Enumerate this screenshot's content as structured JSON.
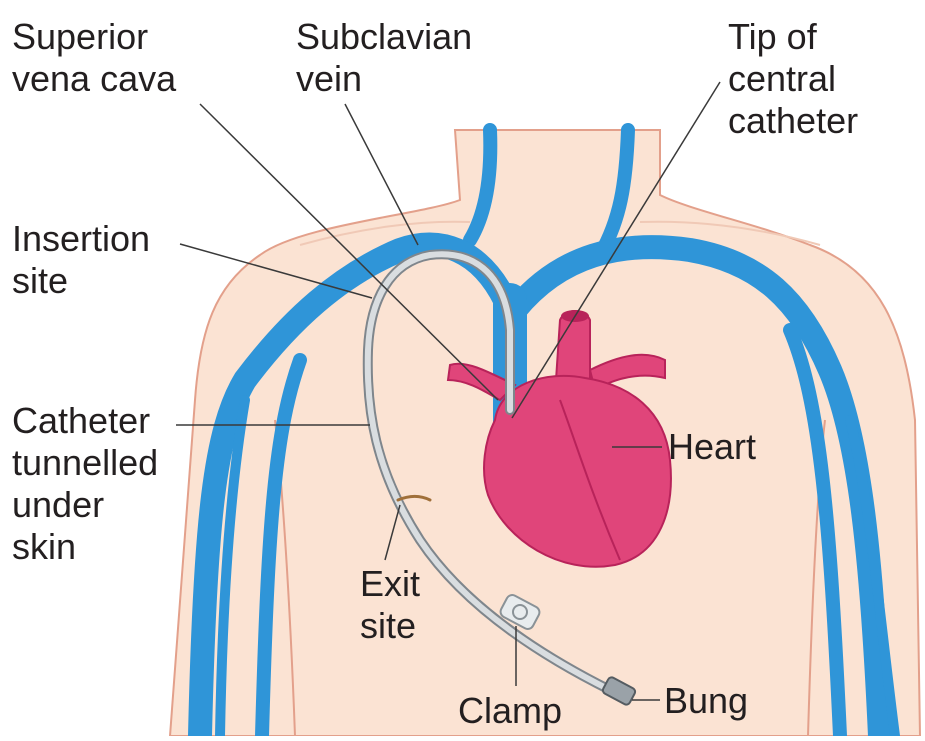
{
  "labels": {
    "superior_vena_cava": [
      "Superior",
      "vena cava"
    ],
    "subclavian_vein": [
      "Subclavian",
      "vein"
    ],
    "tip_of_central_catheter": [
      "Tip of",
      "central",
      "catheter"
    ],
    "insertion_site": [
      "Insertion",
      "site"
    ],
    "catheter_tunnelled": [
      "Catheter",
      "tunnelled",
      "under",
      "skin"
    ],
    "heart": "Heart",
    "exit_site": [
      "Exit",
      "site"
    ],
    "clamp": "Clamp",
    "bung": "Bung"
  },
  "colors": {
    "skin_fill": "#fbe3d3",
    "skin_outline": "#e3a08b",
    "vein": "#2f95d8",
    "vein_highlight": "#8cc9ef",
    "heart": "#e0457a",
    "heart_dark": "#b8235a",
    "catheter": "#c9ced3",
    "catheter_edge": "#7f868c",
    "leader_line": "#3a3a3a",
    "label_text": "#231f20"
  }
}
